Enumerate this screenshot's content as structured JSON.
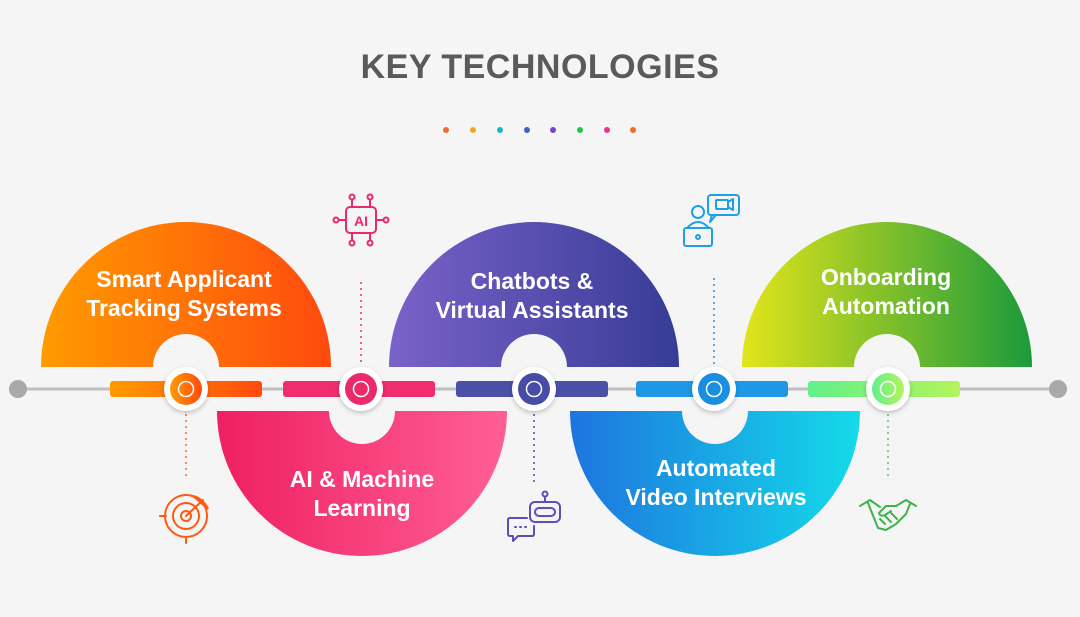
{
  "title": "KEY TECHNOLOGIES",
  "colors": {
    "dots": [
      "#ef6c2f",
      "#f2a81d",
      "#1bb6c6",
      "#3b64c4",
      "#7a44c2",
      "#27c24a",
      "#e8348a",
      "#ef6c2f"
    ],
    "orange": [
      "#ff9b00",
      "#ff4f0f"
    ],
    "pink": [
      "#f0266b",
      "#ff5a92"
    ],
    "purple": [
      "#7158c2",
      "#3a3f99"
    ],
    "blue": [
      "#1f7fe0",
      "#12d6e8"
    ],
    "green": [
      "#dde21c",
      "#1f9e3a"
    ]
  },
  "items": [
    {
      "line1": "Smart Applicant",
      "line2": "Tracking Systems",
      "icon": "radar-icon"
    },
    {
      "line1": "AI & Machine",
      "line2": "Learning",
      "icon": "ai-chip-icon"
    },
    {
      "line1": "Chatbots &",
      "line2": "Virtual Assistants",
      "icon": "chatbot-icon"
    },
    {
      "line1": "Automated",
      "line2": "Video Interviews",
      "icon": "video-call-icon"
    },
    {
      "line1": "Onboarding",
      "line2": "Automation",
      "icon": "handshake-icon"
    }
  ]
}
